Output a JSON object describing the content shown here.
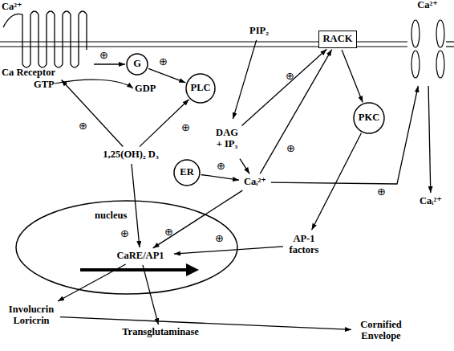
{
  "diagram": {
    "nodes": [
      {
        "text": [
          "Ca Receptor"
        ]
      },
      {
        "text": [
          "G"
        ]
      },
      {
        "text": [
          "PLC"
        ]
      },
      {
        "text": [
          "PIP₂"
        ]
      },
      {
        "text": [
          "RACK"
        ]
      },
      {
        "text": [
          "Ca²⁺"
        ]
      },
      {
        "text": [
          "DAG + IP₃"
        ]
      },
      {
        "text": [
          "PKC"
        ]
      },
      {
        "text": [
          "ER"
        ]
      },
      {
        "text": [
          "Caᵢ²⁺"
        ]
      },
      {
        "text": [
          "1,25(OH)₂ D₃"
        ]
      },
      {
        "text": [
          "AP-1 factors"
        ]
      },
      {
        "text": [
          "nucleus"
        ]
      },
      {
        "text": [
          "CaRE/AP1"
        ],
        "in": 12
      },
      {
        "text": [
          "Caᵢ²⁺"
        ]
      },
      {
        "text": [
          "Involucrin Loricrin"
        ]
      },
      {
        "text": [
          "Transglutaminase"
        ]
      },
      {
        "text": [
          "Cornified Envelope"
        ]
      }
    ],
    "edges": [
      {
        "from": 0,
        "to": 1,
        "arrow": "to"
      },
      {
        "from": 1,
        "to": 2,
        "arrow": "to"
      },
      {
        "from": 3,
        "to": 6,
        "arrow": "to"
      },
      {
        "from": 6,
        "to": 4,
        "arrow": "to"
      },
      {
        "from": 6,
        "to": 9,
        "arrow": "to"
      },
      {
        "from": 8,
        "to": 9,
        "arrow": "to"
      },
      {
        "from": 9,
        "to": 4,
        "arrow": "to"
      },
      {
        "from": 4,
        "to": 7,
        "arrow": "to"
      },
      {
        "from": 9,
        "to": 5,
        "arrow": "to"
      },
      {
        "from": 5,
        "to": 14,
        "arrow": "to"
      },
      {
        "from": 7,
        "to": 11,
        "arrow": "to"
      },
      {
        "from": 11,
        "to": 13,
        "arrow": "to"
      },
      {
        "from": 9,
        "to": 13,
        "arrow": "to"
      },
      {
        "from": 10,
        "to": 0,
        "arrow": "to"
      },
      {
        "from": 10,
        "to": 2,
        "arrow": "to"
      },
      {
        "from": 10,
        "to": 13,
        "arrow": "to"
      },
      {
        "from": 13,
        "to": 15,
        "arrow": "to"
      },
      {
        "from": 13,
        "to": 16,
        "arrow": "to"
      },
      {
        "from": 15,
        "to": 17,
        "arrow": "to"
      }
    ],
    "labels": [
      "Ca²⁺",
      "GTP",
      "GDP",
      "⊕",
      "⊕",
      "⊕",
      "⊕",
      "⊕",
      "⊕",
      "⊕",
      "⊕",
      "⊕",
      "⊕",
      "⊕"
    ]
  }
}
